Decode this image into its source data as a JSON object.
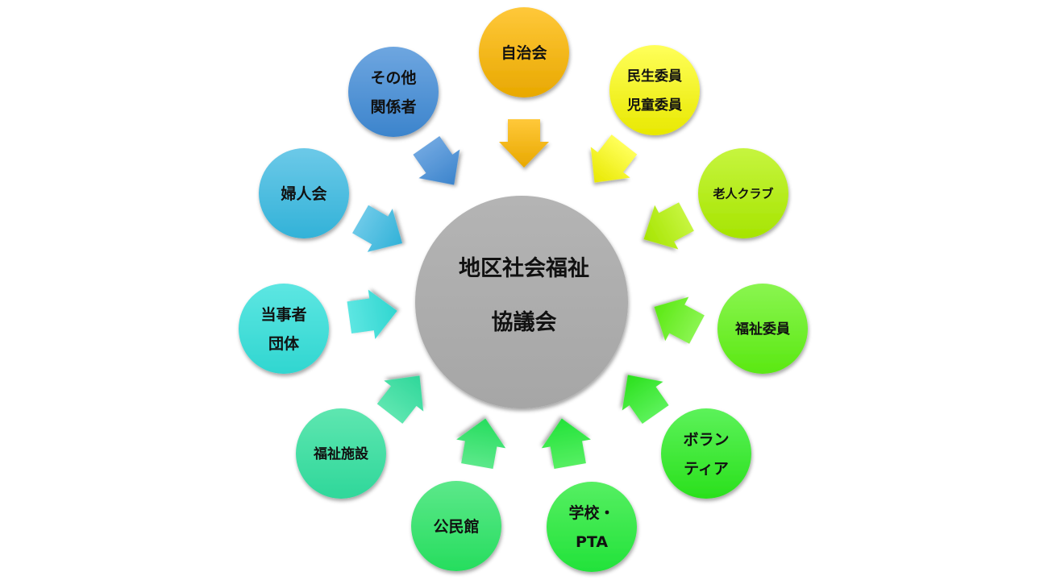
{
  "center": {
    "lines": [
      "地区社会福祉",
      "協議会"
    ],
    "color": "#a6a6a6"
  },
  "nodes": [
    {
      "id": "jichikai",
      "lines": [
        "自治会"
      ],
      "color_top": "#ffc83a",
      "color_bottom": "#e8a800"
    },
    {
      "id": "minsei-jido-iin",
      "lines": [
        "民生委員",
        "児童委員"
      ],
      "color_top": "#ffff5a",
      "color_bottom": "#e8e800"
    },
    {
      "id": "rojin-club",
      "lines": [
        "老人クラブ"
      ],
      "color_top": "#c6f53f",
      "color_bottom": "#a6e400"
    },
    {
      "id": "fukushi-iin",
      "lines": [
        "福祉委員"
      ],
      "color_top": "#8af550",
      "color_bottom": "#5ae812"
    },
    {
      "id": "volunteer",
      "lines": [
        "ボラン",
        "ティア"
      ],
      "color_top": "#5cf25a",
      "color_bottom": "#2ae01c"
    },
    {
      "id": "gakko-pta",
      "lines": [
        "学校・",
        "PTA"
      ],
      "color_top": "#56ef62",
      "color_bottom": "#22e23a"
    },
    {
      "id": "kominkan",
      "lines": [
        "公民館"
      ],
      "color_top": "#5ce88a",
      "color_bottom": "#26dd5e"
    },
    {
      "id": "fukushi-shisetsu",
      "lines": [
        "福祉施設"
      ],
      "color_top": "#5ee6b0",
      "color_bottom": "#2fd79a"
    },
    {
      "id": "tojisha-dantai",
      "lines": [
        "当事者",
        "団体"
      ],
      "color_top": "#5de6e2",
      "color_bottom": "#30d6d0"
    },
    {
      "id": "fujinkai",
      "lines": [
        "婦人会"
      ],
      "color_top": "#6cc9e8",
      "color_bottom": "#32b2d8"
    },
    {
      "id": "sonota-kankeisha",
      "lines": [
        "その他",
        "関係者"
      ],
      "color_top": "#6ea6e0",
      "color_bottom": "#3c84cc"
    }
  ]
}
